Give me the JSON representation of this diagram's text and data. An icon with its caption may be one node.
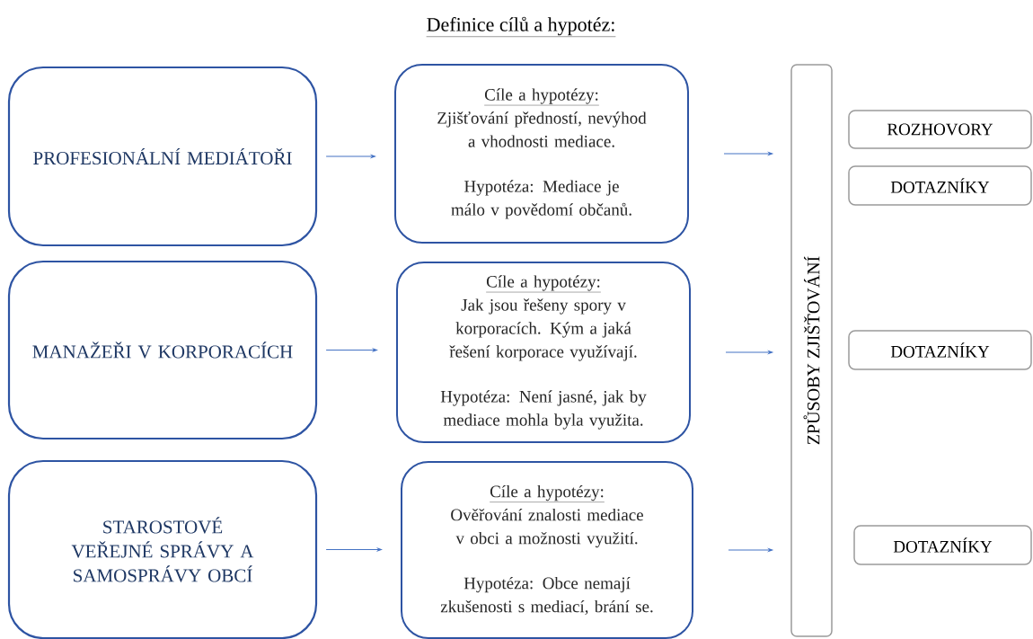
{
  "diagram": {
    "title": "Definice cílů a hypotéz:",
    "nodes": [
      {
        "text": [
          "PROFESIONÁLNÍ MEDIÁTOŘI"
        ]
      },
      {
        "text": [
          "MANAŽEŘI V KORPORACÍCH"
        ]
      },
      {
        "text": [
          "STAROSTOVÉ VEŘEJNÉ SPRÁVY A SAMOSPRÁVY OBCÍ"
        ]
      },
      {
        "text": [
          "Cíle a hypotézy:",
          "Zjišťování předností, nevýhod a vhodnosti mediace.",
          "Hypotéza: Mediace je málo v povědomí občanů."
        ]
      },
      {
        "text": [
          "Cíle a hypotézy:",
          "Jak jsou řešeny spory v korporacích. Kým a jaká řešení korporace využívají.",
          "Hypotéza: Není jasné, jak by mediace mohla byla využita."
        ]
      },
      {
        "text": [
          "Cíle a hypotézy:",
          "Ověřování znalosti mediace v obci a možnosti využití.",
          "Hypotéza: Obce nemají zkušenosti s mediací, brání se."
        ]
      },
      {
        "text": [
          "ZPŮSOBY ZJIŠŤOVÁNÍ"
        ]
      },
      {
        "text": [
          "ROZHOVORY"
        ]
      },
      {
        "text": [
          "DOTAZNÍKY"
        ]
      },
      {
        "text": [
          "DOTAZNÍKY"
        ]
      },
      {
        "text": [
          "DOTAZNÍKY"
        ]
      }
    ],
    "edges": [
      {
        "from": 0,
        "to": 3,
        "arrow": "to"
      },
      {
        "from": 1,
        "to": 4,
        "arrow": "to"
      },
      {
        "from": 2,
        "to": 5,
        "arrow": "to"
      },
      {
        "from": 3,
        "to": 6,
        "arrow": "to"
      },
      {
        "from": 4,
        "to": 6,
        "arrow": "to"
      },
      {
        "from": 5,
        "to": 6,
        "arrow": "to"
      }
    ]
  }
}
